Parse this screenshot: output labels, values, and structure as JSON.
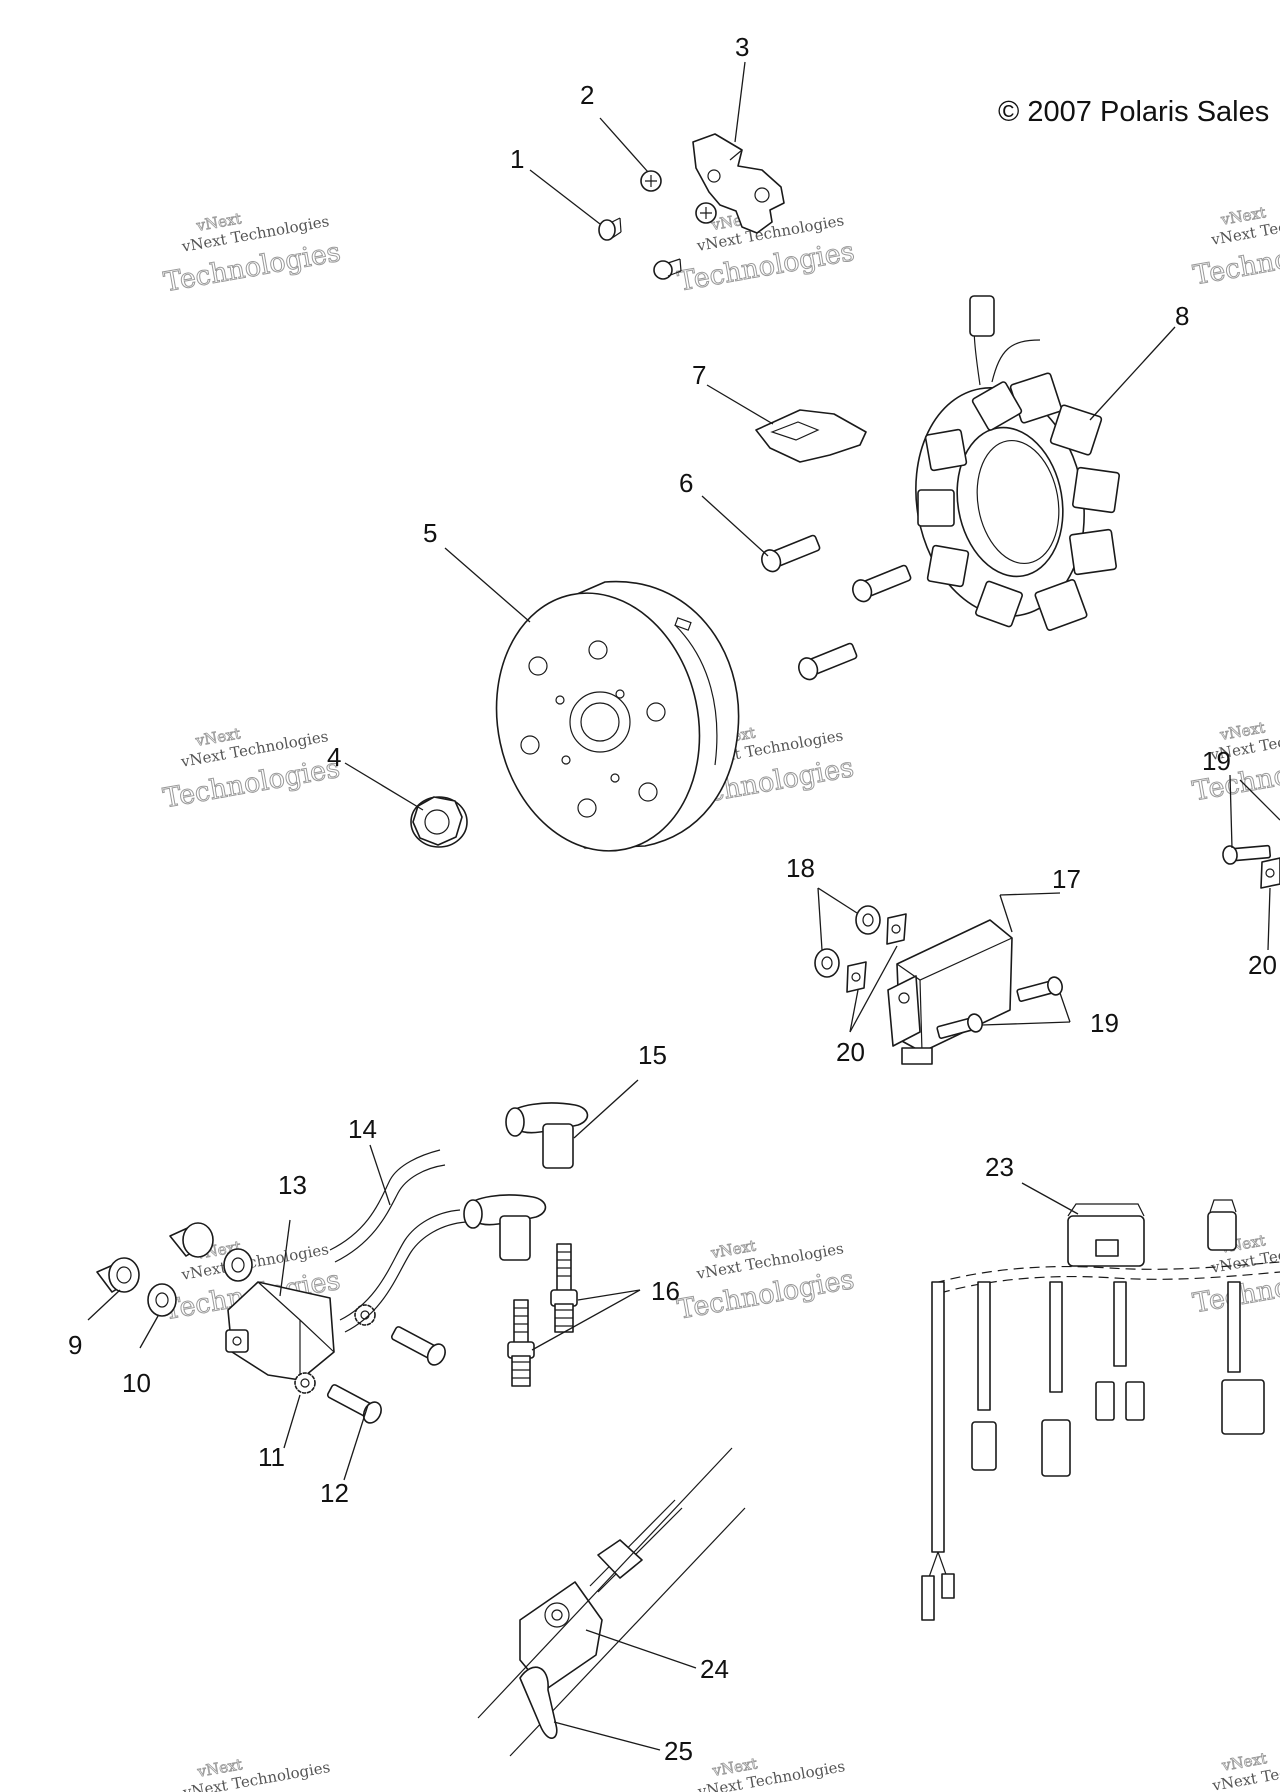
{
  "copyright": "© 2007 Polaris Sales",
  "watermark": {
    "brand": "vNext",
    "line": "vNext Technologies",
    "big": "Technologies"
  },
  "callouts": [
    "1",
    "2",
    "3",
    "4",
    "5",
    "6",
    "7",
    "8",
    "9",
    "10",
    "11",
    "12",
    "13",
    "14",
    "15",
    "16",
    "17",
    "18",
    "19",
    "19",
    "20",
    "20",
    "23",
    "24",
    "25"
  ],
  "colors": {
    "ink": "#1a1a1a",
    "watermark": "#9a9a9a",
    "background": "#ffffff"
  }
}
